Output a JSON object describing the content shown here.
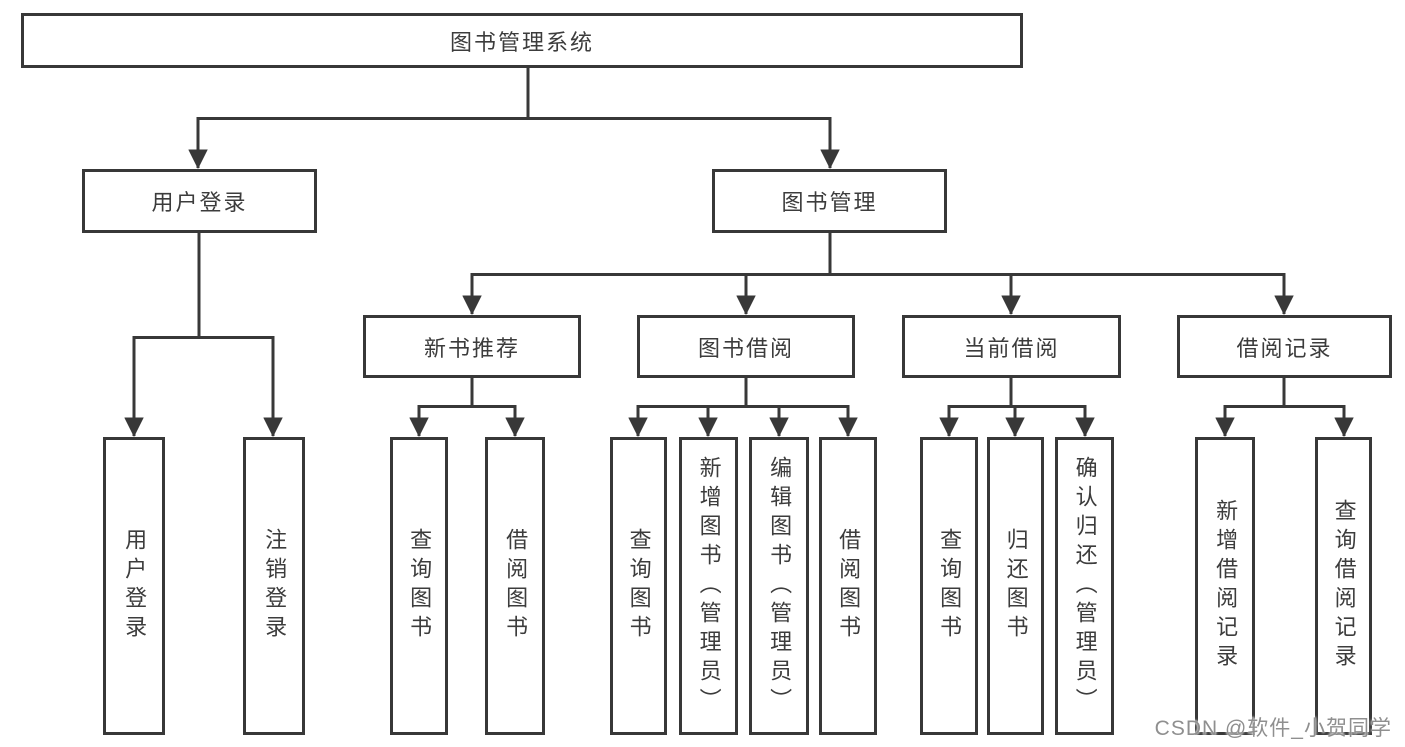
{
  "diagram": {
    "root": "图书管理系统",
    "branches": [
      {
        "label": "用户登录",
        "leaves": [
          "用户登录",
          "注销登录"
        ]
      },
      {
        "label": "图书管理",
        "groups": [
          {
            "label": "新书推荐",
            "leaves": [
              "查询图书",
              "借阅图书"
            ]
          },
          {
            "label": "图书借阅",
            "leaves": [
              "查询图书",
              "新增图书（管理员）",
              "编辑图书（管理员）",
              "借阅图书"
            ]
          },
          {
            "label": "当前借阅",
            "leaves": [
              "查询图书",
              "归还图书",
              "确认归还（管理员）"
            ]
          },
          {
            "label": "借阅记录",
            "leaves": [
              "新增借阅记录",
              "查询借阅记录"
            ]
          }
        ]
      }
    ]
  },
  "watermark": "CSDN @软件_小贺同学",
  "colors": {
    "line": "#383838",
    "text": "#3c3c3c",
    "watermark": "#8f8f8f",
    "background": "#ffffff"
  }
}
